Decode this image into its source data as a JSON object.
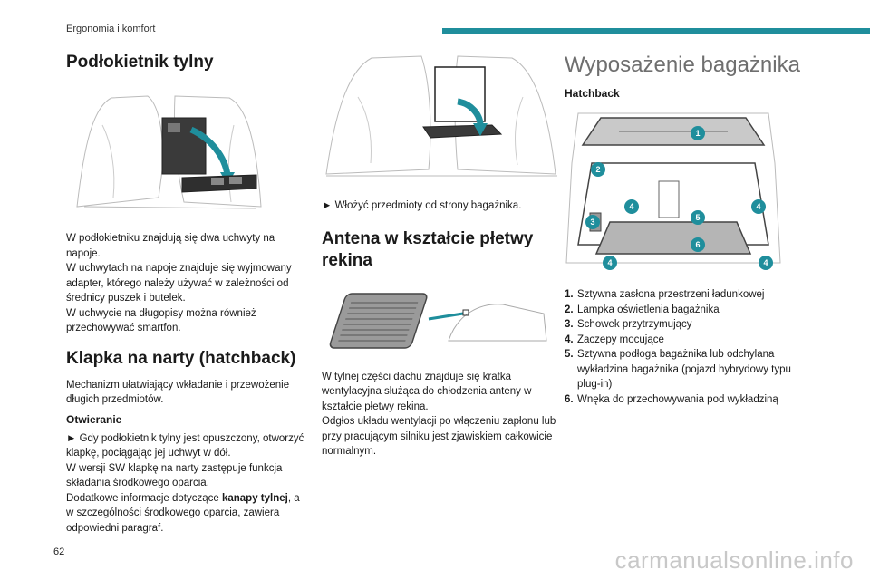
{
  "header": {
    "section": "Ergonomia i komfort",
    "accent_color": "#1f8e9c"
  },
  "page_number": "62",
  "watermark": "carmanualsonline.info",
  "armrest": {
    "title": "Podłokietnik tylny",
    "paragraphs": [
      "W podłokietniku znajdują się dwa uchwyty na napoje.",
      "W uchwytach na napoje znajduje się wyjmowany adapter, którego należy używać w zależności od średnicy puszek i butelek.",
      "W uchwycie na długopisy można również przechowywać smartfon."
    ]
  },
  "ski": {
    "title": "Klapka na narty (hatchback)",
    "intro": "Mechanizm ułatwiający wkładanie i przewożenie długich przedmiotów.",
    "subtitle": "Otwieranie",
    "bullet": "► Gdy podłokietnik tylny jest opuszczony, otworzyć klapkę, pociągając jej uchwyt w dół.",
    "sw_note": "W wersji SW klapkę na narty zastępuje funkcja składania środkowego oparcia.",
    "more_prefix": "Dodatkowe informacje dotyczące ",
    "more_bold": "kanapy tylnej",
    "more_suffix": ", a w szczególności środkowego oparcia, zawiera odpowiedni paragraf."
  },
  "middle": {
    "bullet": "► Włożyć przedmioty od strony bagażnika.",
    "antenna_title": "Antena w kształcie płetwy rekina",
    "antenna_paragraphs": [
      "W tylnej części dachu znajduje się kratka wentylacyjna służąca do chłodzenia anteny w kształcie płetwy rekina.",
      "Odgłos układu wentylacji po włączeniu zapłonu lub przy pracującym silniku jest zjawiskiem całkowicie normalnym."
    ]
  },
  "boot": {
    "title": "Wyposażenie bagażnika",
    "subtitle": "Hatchback",
    "badge_color": "#1f8e9c",
    "badges": [
      "1",
      "2",
      "3",
      "4",
      "4",
      "5",
      "4",
      "6",
      "4"
    ],
    "items": [
      {
        "num": "1.",
        "text": "Sztywna zasłona przestrzeni ładunkowej"
      },
      {
        "num": "2.",
        "text": "Lampka oświetlenia bagażnika"
      },
      {
        "num": "3.",
        "text": "Schowek przytrzymujący"
      },
      {
        "num": "4.",
        "text": "Zaczepy mocujące"
      },
      {
        "num": "5.",
        "text": "Sztywna podłoga bagażnika lub odchylana wykładzina bagażnika (pojazd hybrydowy typu plug-in)"
      },
      {
        "num": "6.",
        "text": "Wnęka do przechowywania pod wykładziną"
      }
    ]
  }
}
